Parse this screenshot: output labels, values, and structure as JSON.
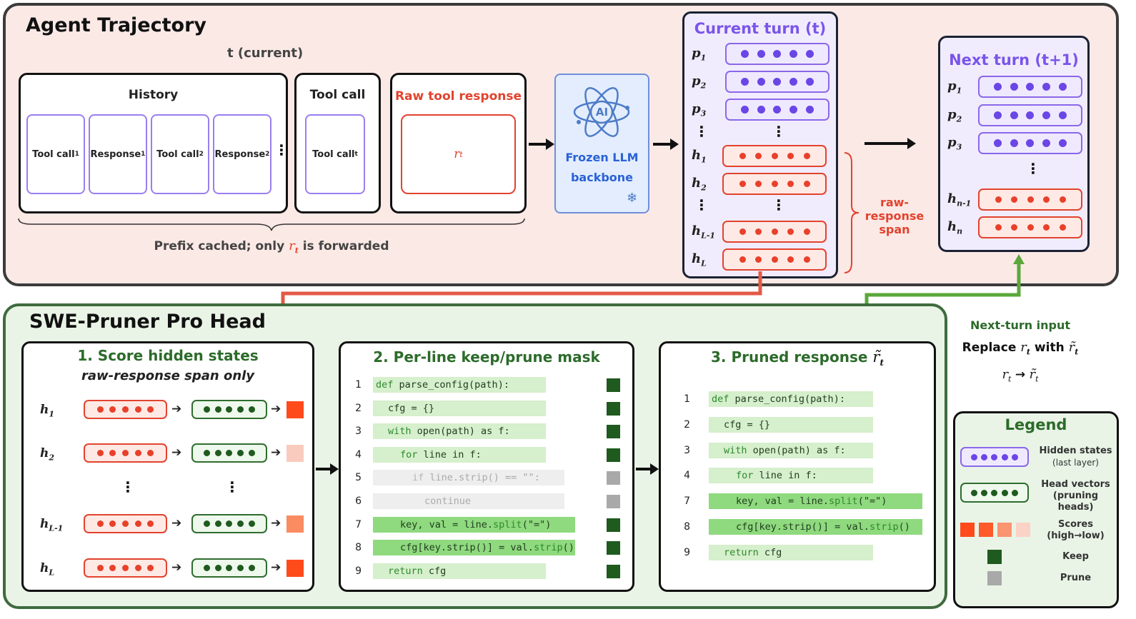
{
  "top": {
    "title": "Agent Trajectory",
    "t_current": "t (current)",
    "history_title": "History",
    "history_items": [
      {
        "text": "Tool call",
        "sub": "1"
      },
      {
        "text": "Response",
        "sub": "1"
      },
      {
        "text": "Tool call",
        "sub": "2"
      },
      {
        "text": "Response",
        "sub": "2"
      }
    ],
    "toolcall_title": "Tool call",
    "toolcall_item": {
      "text": "Tool call",
      "sub": "t"
    },
    "raw_title": "Raw tool response",
    "raw_symbol": "r",
    "raw_sub": "t",
    "brace_caption_pre": "Prefix cached; only",
    "brace_caption_post": "is forwarded",
    "llm_line1": "Frozen LLM",
    "llm_line2": "backbone",
    "llm_icon_text": "AI",
    "current_title": "Current turn (t)",
    "current_rows": [
      {
        "label": "p",
        "sub": "1",
        "kind": "p"
      },
      {
        "label": "p",
        "sub": "2",
        "kind": "p"
      },
      {
        "label": "p",
        "sub": "3",
        "kind": "p"
      },
      {
        "label": "h",
        "sub": "1",
        "kind": "h"
      },
      {
        "label": "h",
        "sub": "2",
        "kind": "h"
      },
      {
        "label": "h",
        "sub": "L-1",
        "kind": "h"
      },
      {
        "label": "h",
        "sub": "L",
        "kind": "h"
      }
    ],
    "span_label": [
      "raw-",
      "response",
      "span"
    ],
    "next_title": "Next turn (t+1)",
    "next_rows": [
      {
        "label": "p",
        "sub": "1",
        "kind": "p"
      },
      {
        "label": "p",
        "sub": "2",
        "kind": "p"
      },
      {
        "label": "p",
        "sub": "3",
        "kind": "p"
      },
      {
        "label": "h",
        "sub": "n-1",
        "kind": "h"
      },
      {
        "label": "h",
        "sub": "n",
        "kind": "h"
      }
    ]
  },
  "bottom": {
    "title": "SWE-Pruner Pro Head",
    "score_title": "1. Score hidden states",
    "score_subtitle": "raw-response span only",
    "score_rows": [
      {
        "label": "h",
        "sub": "1",
        "score": "#ff4a1c"
      },
      {
        "label": "h",
        "sub": "2",
        "score": "#f9cbbf"
      },
      {
        "label": "h",
        "sub": "L-1",
        "score": "#fb8b61"
      },
      {
        "label": "h",
        "sub": "L",
        "score": "#ff4a1c"
      }
    ],
    "mask_title": "2. Per-line keep/prune mask",
    "mask_lines": [
      {
        "n": "1",
        "indent": 0,
        "kw": "def",
        "rest": " parse_config(path):",
        "kw2": "",
        "tail": "",
        "state": "keep",
        "mark": "keep"
      },
      {
        "n": "2",
        "indent": 1,
        "kw": "",
        "rest": "cfg = {}",
        "kw2": "",
        "tail": "",
        "state": "keep",
        "mark": "keep"
      },
      {
        "n": "3",
        "indent": 1,
        "kw": "with",
        "rest": " open(path) as f:",
        "kw2": "",
        "tail": "",
        "state": "keep",
        "mark": "keep"
      },
      {
        "n": "4",
        "indent": 2,
        "kw": "for",
        "rest": " line in f:",
        "kw2": "",
        "tail": "",
        "state": "keep",
        "mark": "keep"
      },
      {
        "n": "5",
        "indent": 3,
        "kw": "if",
        "rest": " line.strip() == \"\":",
        "kw2": "",
        "tail": "",
        "state": "prune",
        "mark": "prune"
      },
      {
        "n": "6",
        "indent": 4,
        "kw": "",
        "rest": "continue",
        "kw2": "",
        "tail": "",
        "state": "prune",
        "mark": "prune"
      },
      {
        "n": "7",
        "indent": 2,
        "kw": "",
        "rest": "key, val = line.",
        "kw2": "split",
        "tail": "(\"=\")",
        "state": "keephi",
        "mark": "keep"
      },
      {
        "n": "8",
        "indent": 2,
        "kw": "",
        "rest": "cfg[key.strip()] = val.",
        "kw2": "strip",
        "tail": "()",
        "state": "keephi",
        "mark": "keep"
      },
      {
        "n": "9",
        "indent": 1,
        "kw": "return",
        "rest": " cfg",
        "kw2": "",
        "tail": "",
        "state": "keep",
        "mark": "keep"
      }
    ],
    "pruned_title": "3. Pruned response",
    "pruned_symbol": "r̃",
    "pruned_sub": "t",
    "pruned_lines": [
      {
        "n": "1",
        "indent": 0,
        "kw": "def",
        "rest": " parse_config(path):",
        "kw2": "",
        "tail": "",
        "state": "keep"
      },
      {
        "n": "2",
        "indent": 1,
        "kw": "",
        "rest": "cfg = {}",
        "kw2": "",
        "tail": "",
        "state": "keep"
      },
      {
        "n": "3",
        "indent": 1,
        "kw": "with",
        "rest": " open(path) as f:",
        "kw2": "",
        "tail": "",
        "state": "keep"
      },
      {
        "n": "4",
        "indent": 2,
        "kw": "for",
        "rest": " line in f:",
        "kw2": "",
        "tail": "",
        "state": "keep"
      },
      {
        "n": "7",
        "indent": 2,
        "kw": "",
        "rest": "key, val = line.",
        "kw2": "split",
        "tail": "(\"=\")",
        "state": "keephi"
      },
      {
        "n": "8",
        "indent": 2,
        "kw": "",
        "rest": "cfg[key.strip()] = val.",
        "kw2": "strip",
        "tail": "()",
        "state": "keephi"
      },
      {
        "n": "9",
        "indent": 1,
        "kw": "return",
        "rest": " cfg",
        "kw2": "",
        "tail": "",
        "state": "keep"
      }
    ]
  },
  "side": {
    "next_input": "Next-turn input",
    "replace_pre": "Replace",
    "replace_mid": "with",
    "r_symbol": "r",
    "r_sub": "t",
    "rt_symbol": "r̃",
    "rt_sub": "t",
    "arrow": "→"
  },
  "legend": {
    "title": "Legend",
    "hidden_line1": "Hidden states",
    "hidden_line2": "(last layer)",
    "head_line1": "Head vectors",
    "head_line2": "(pruning",
    "head_line3": "heads)",
    "scores_line1": "Scores",
    "scores_line2": "(high→low)",
    "score_colors": [
      "#ff4a1c",
      "#ff5a2a",
      "#fb9470",
      "#fbd2c6"
    ],
    "keep": "Keep",
    "prune": "Prune",
    "keep_color": "#1f5a1f",
    "prune_color": "#a9a9a9"
  }
}
